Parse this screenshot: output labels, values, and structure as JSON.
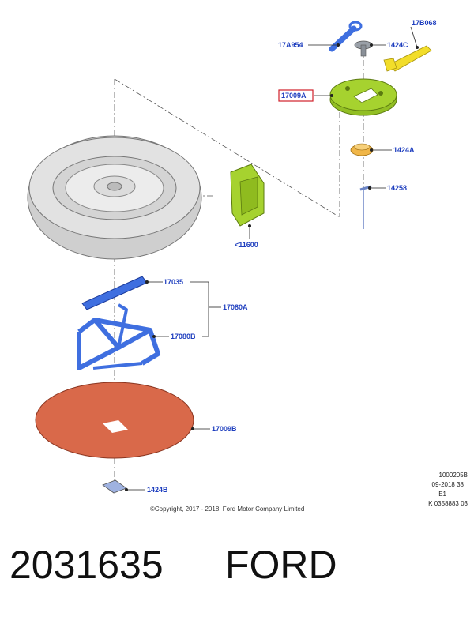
{
  "callouts": {
    "c17b068": "17B068",
    "c17a954": "17A954",
    "c1424c": "1424C",
    "c17009a": "17009A",
    "c1424a": "1424A",
    "c14258": "14258",
    "c11600": "<11600",
    "c17035": "17035",
    "c17080a": "17080A",
    "c17080b": "17080B",
    "c17009b": "17009B",
    "c1424b": "1424B"
  },
  "meta": {
    "line1": "1000205B",
    "line2": "09-2018 38",
    "line3": "E1",
    "line4": "K 0358883 03"
  },
  "copyright": "©Copyright, 2017 - 2018, Ford Motor Company Limited",
  "footer": {
    "part_number": "2031635",
    "brand": "FORD"
  },
  "colors": {
    "label_blue": "#1f3fbf",
    "highlight_red": "#d0202a",
    "part_blue": "#3f6fe0",
    "part_green": "#a6d22f",
    "part_yellow": "#f2dd2a",
    "part_orange": "#e8a33a",
    "mat_red": "#d9694a",
    "tire_grey": "#d8d8d8"
  }
}
